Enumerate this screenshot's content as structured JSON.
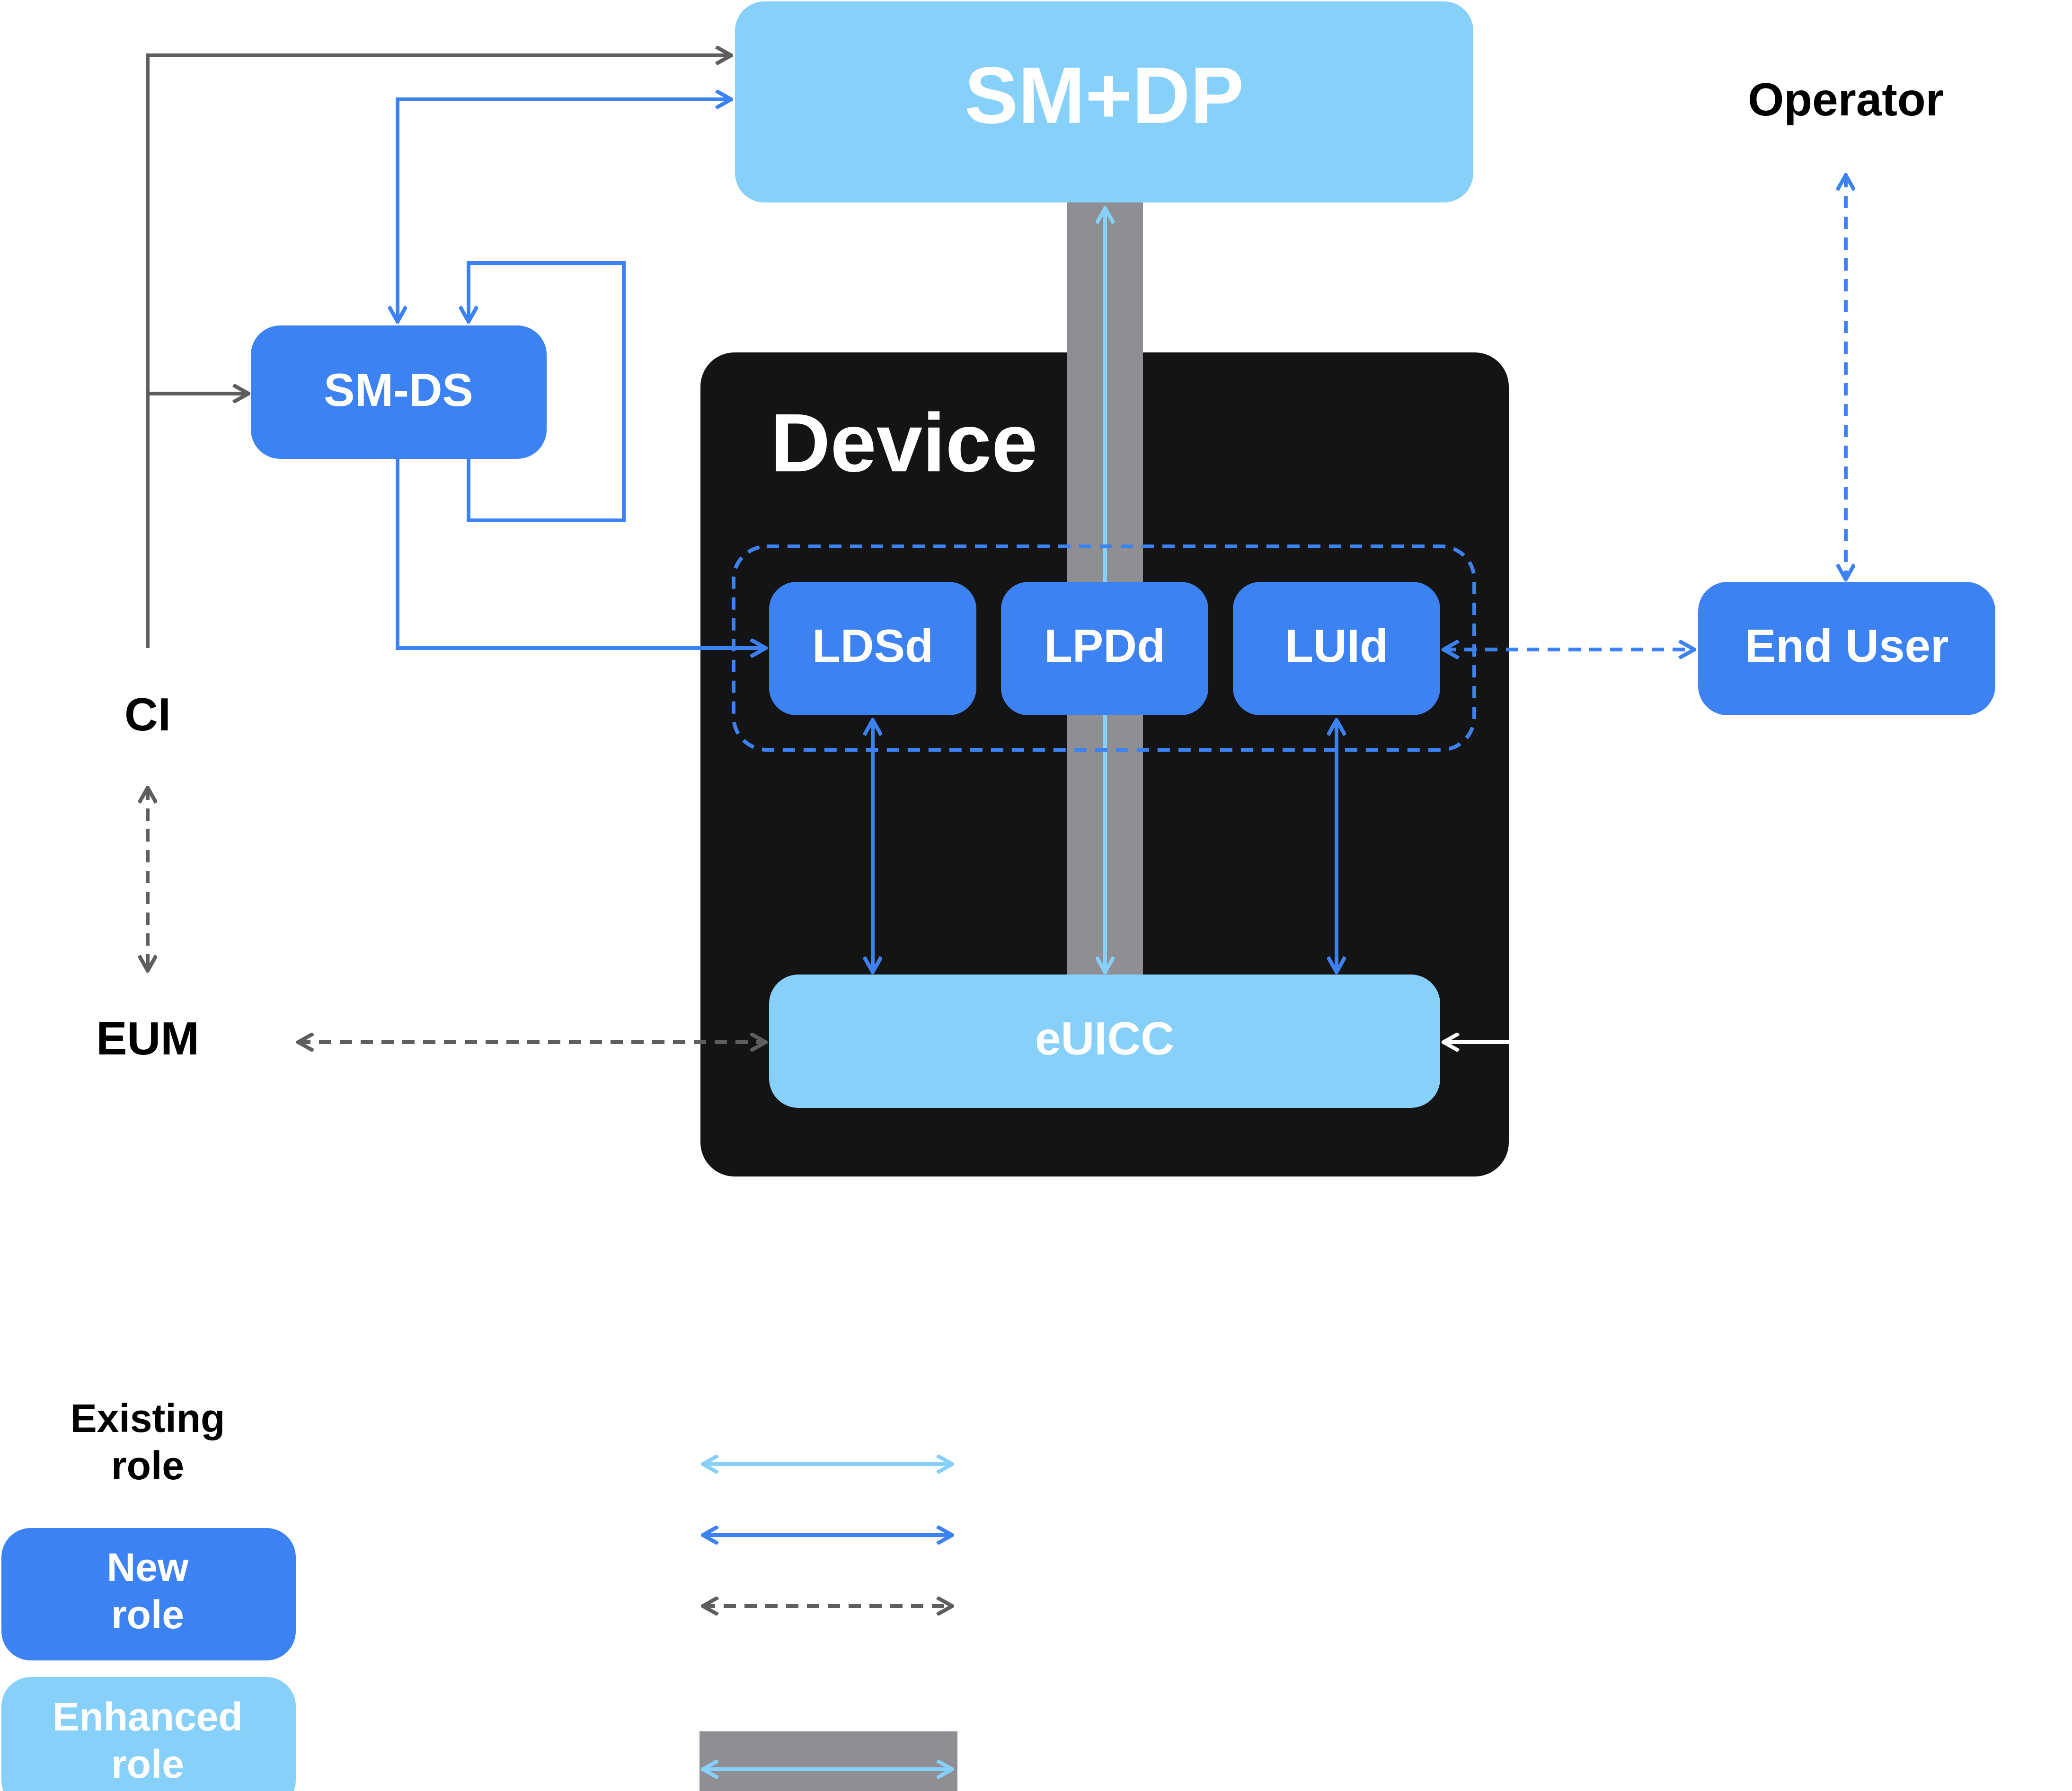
{
  "nodes": {
    "sm_dp": "SM+DP",
    "sm_ds": "SM-DS",
    "device": "Device",
    "ldsd": "LDSd",
    "lpdd": "LPDd",
    "luid": "LUId",
    "euicc": "eUICC",
    "operator": "Operator",
    "end_user": "End User",
    "ci": "CI",
    "eum": "EUM"
  },
  "legend": {
    "existing_role": [
      "Existing",
      "role"
    ],
    "new_role": [
      "New",
      "role"
    ],
    "enhanced_role": [
      "Enhanced",
      "role"
    ]
  },
  "colors": {
    "new_role": "#3d82f2",
    "enhanced_role": "#86d0f9",
    "device_bg": "#141414",
    "existing_arrow": "#5e5e5e",
    "grey_channel": "#8e8e93",
    "light_arrow": "#86d0f9"
  }
}
